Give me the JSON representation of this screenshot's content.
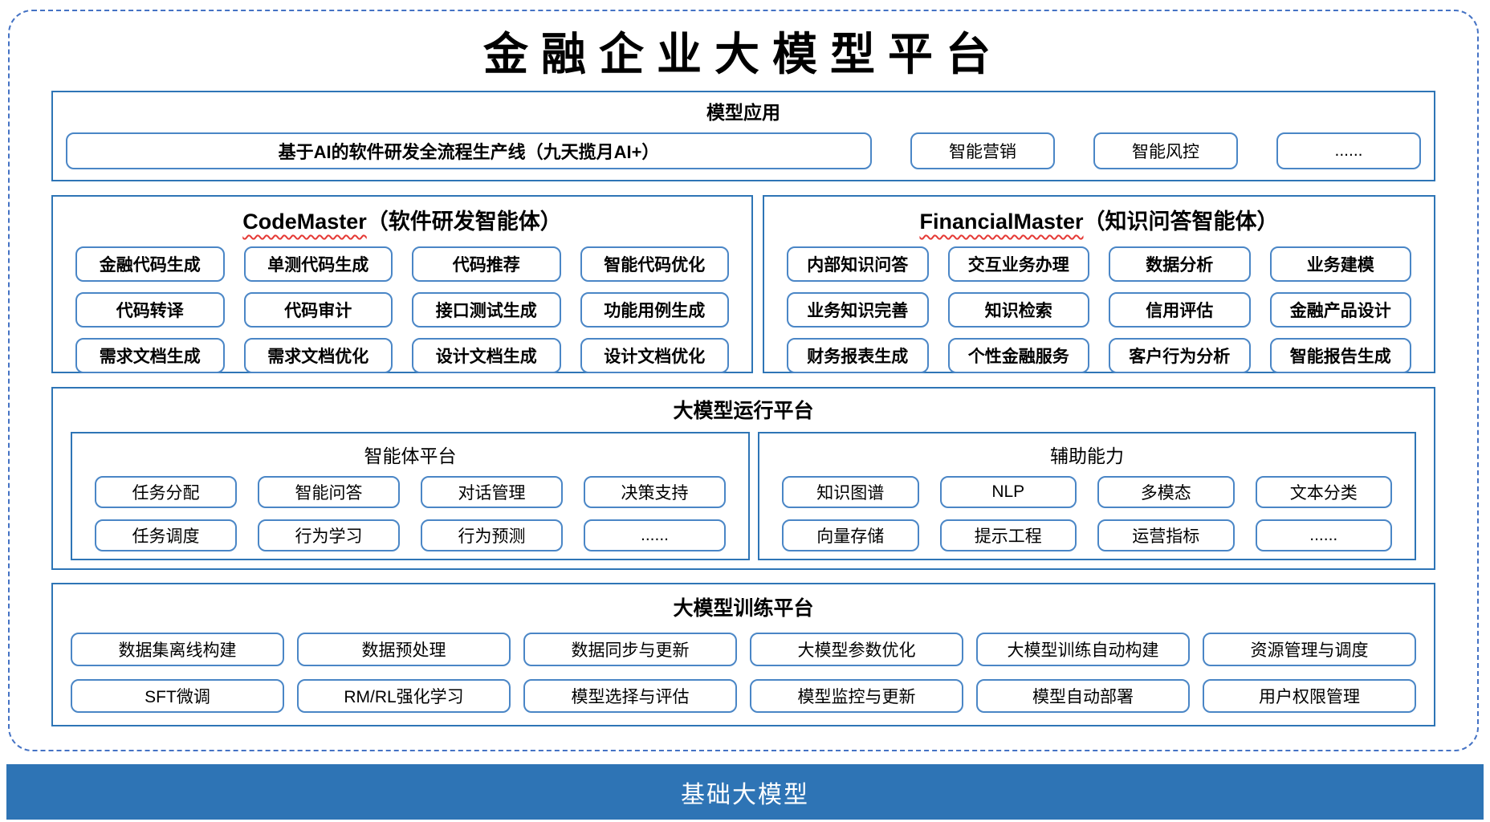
{
  "title": "金融企业大模型平台",
  "colors": {
    "frame_dash": "#4472C4",
    "section_border": "#2E75B6",
    "chip_border": "#4A86C6",
    "base_bar_bg": "#2E74B5",
    "spellcheck_underline": "#E53935"
  },
  "model_app": {
    "header": "模型应用",
    "main_item": "基于AI的软件研发全流程生产线（九天揽月AI+）",
    "items": [
      "智能营销",
      "智能风控",
      "......"
    ]
  },
  "codemaster": {
    "name": "CodeMaster",
    "suffix": "（软件研发智能体）",
    "items": [
      "金融代码生成",
      "单测代码生成",
      "代码推荐",
      "智能代码优化",
      "代码转译",
      "代码审计",
      "接口测试生成",
      "功能用例生成",
      "需求文档生成",
      "需求文档优化",
      "设计文档生成",
      "设计文档优化"
    ]
  },
  "financialmaster": {
    "name": "FinancialMaster",
    "suffix": "（知识问答智能体）",
    "items": [
      "内部知识问答",
      "交互业务办理",
      "数据分析",
      "业务建模",
      "业务知识完善",
      "知识检索",
      "信用评估",
      "金融产品设计",
      "财务报表生成",
      "个性金融服务",
      "客户行为分析",
      "智能报告生成"
    ]
  },
  "runtime": {
    "header": "大模型运行平台",
    "agent_platform": {
      "header": "智能体平台",
      "items": [
        "任务分配",
        "智能问答",
        "对话管理",
        "决策支持",
        "任务调度",
        "行为学习",
        "行为预测",
        "......"
      ]
    },
    "auxiliary": {
      "header": "辅助能力",
      "items": [
        "知识图谱",
        "NLP",
        "多模态",
        "文本分类",
        "向量存储",
        "提示工程",
        "运营指标",
        "......"
      ]
    }
  },
  "training": {
    "header": "大模型训练平台",
    "items": [
      "数据集离线构建",
      "数据预处理",
      "数据同步与更新",
      "大模型参数优化",
      "大模型训练自动构建",
      "资源管理与调度",
      "SFT微调",
      "RM/RL强化学习",
      "模型选择与评估",
      "模型监控与更新",
      "模型自动部署",
      "用户权限管理"
    ]
  },
  "base_bar": {
    "label": "基础大模型"
  }
}
